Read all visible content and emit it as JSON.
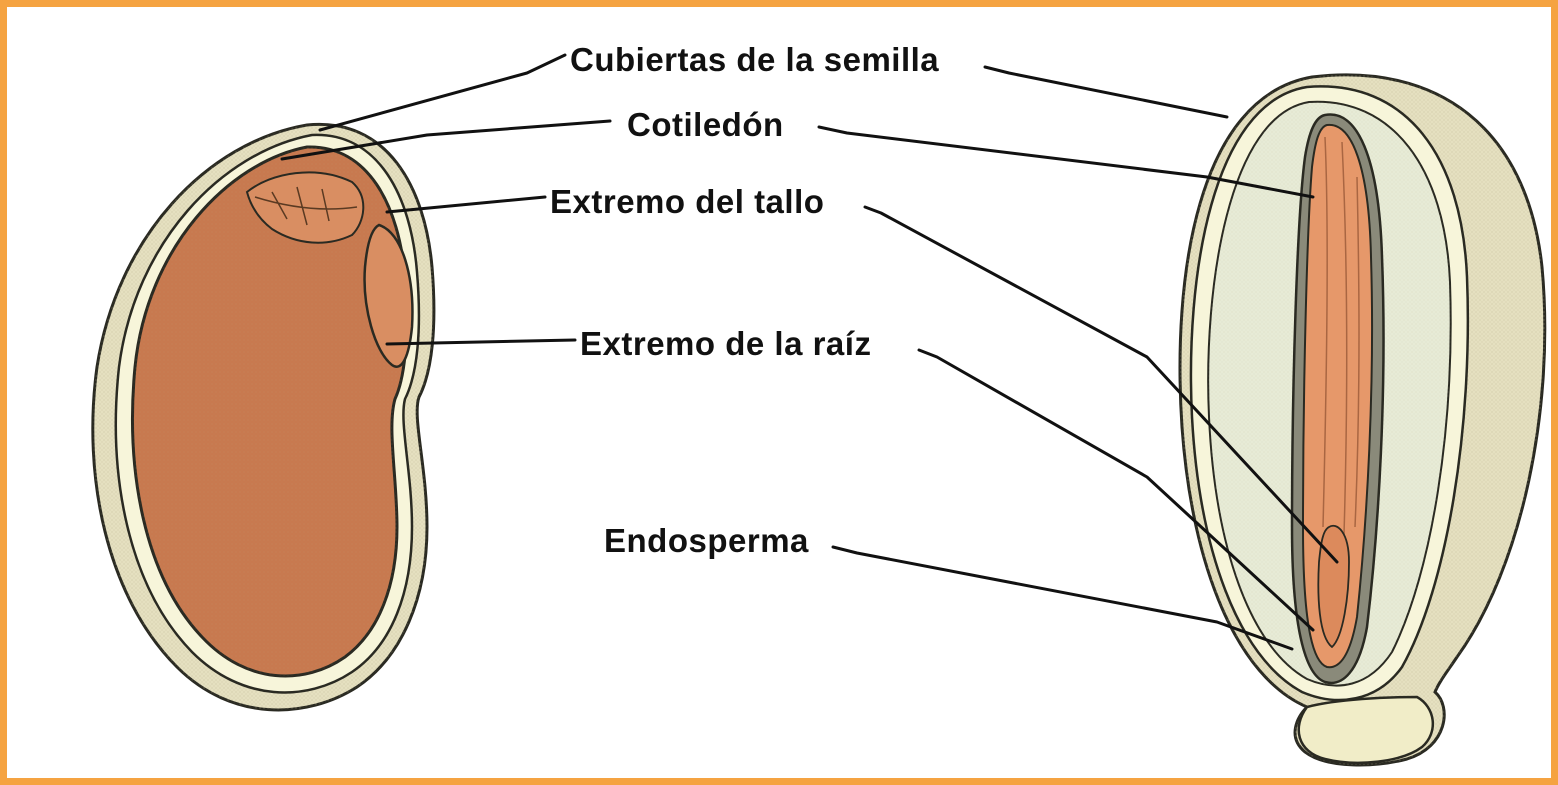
{
  "colors": {
    "frame": "#f5a341",
    "background": "#ffffff",
    "seed_coat": "#e5e0c0",
    "coat_inner_band": "#f7f5da",
    "cotyledon_fill": "#c8794f",
    "endosperm_fill": "#e7ebd6",
    "embryo_fill": "#e6986a",
    "outline": "#2a2a22",
    "leader_line": "#111111"
  },
  "labels": {
    "seed_coats": "Cubiertas de la semilla",
    "cotyledon": "Cotiledón",
    "stem_tip": "Extremo del tallo",
    "root_tip": "Extremo de la raíz",
    "endosperm": "Endosperma"
  }
}
